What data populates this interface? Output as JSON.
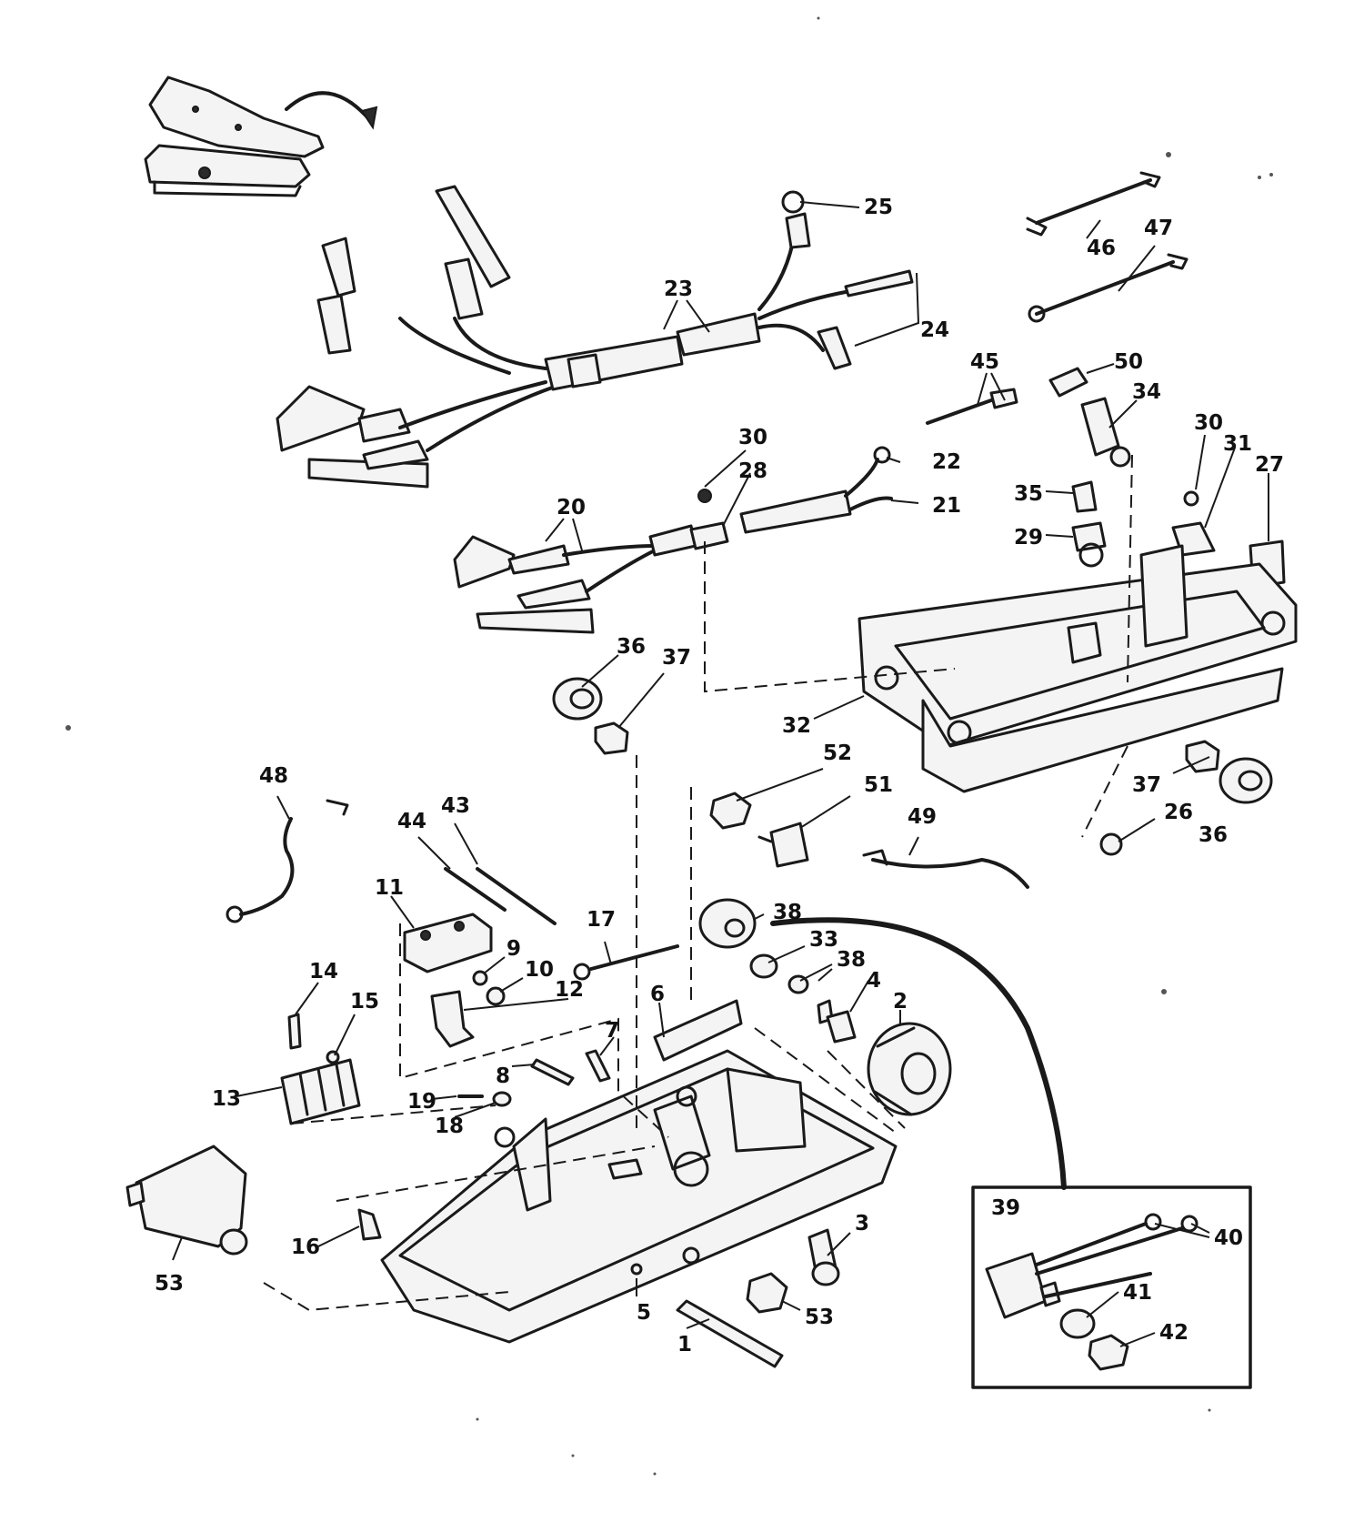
{
  "diagram": {
    "callouts": [
      {
        "id": "c25",
        "label": "25"
      },
      {
        "id": "c46",
        "label": "46"
      },
      {
        "id": "c47",
        "label": "47"
      },
      {
        "id": "c23",
        "label": "23"
      },
      {
        "id": "c24",
        "label": "24"
      },
      {
        "id": "c45",
        "label": "45"
      },
      {
        "id": "c50",
        "label": "50"
      },
      {
        "id": "c34",
        "label": "34"
      },
      {
        "id": "c30a",
        "label": "30"
      },
      {
        "id": "c28",
        "label": "28"
      },
      {
        "id": "c22",
        "label": "22"
      },
      {
        "id": "c21",
        "label": "21"
      },
      {
        "id": "c35",
        "label": "35"
      },
      {
        "id": "c30b",
        "label": "30"
      },
      {
        "id": "c31",
        "label": "31"
      },
      {
        "id": "c27",
        "label": "27"
      },
      {
        "id": "c29",
        "label": "29"
      },
      {
        "id": "c20",
        "label": "20"
      },
      {
        "id": "c36a",
        "label": "36"
      },
      {
        "id": "c37a",
        "label": "37"
      },
      {
        "id": "c32",
        "label": "32"
      },
      {
        "id": "c52",
        "label": "52"
      },
      {
        "id": "c51",
        "label": "51"
      },
      {
        "id": "c37b",
        "label": "37"
      },
      {
        "id": "c26",
        "label": "26"
      },
      {
        "id": "c36b",
        "label": "36"
      },
      {
        "id": "c49",
        "label": "49"
      },
      {
        "id": "c48",
        "label": "48"
      },
      {
        "id": "c44",
        "label": "44"
      },
      {
        "id": "c43",
        "label": "43"
      },
      {
        "id": "c11",
        "label": "11"
      },
      {
        "id": "c17",
        "label": "17"
      },
      {
        "id": "c38a",
        "label": "38"
      },
      {
        "id": "c9",
        "label": "9"
      },
      {
        "id": "c10",
        "label": "10"
      },
      {
        "id": "c33",
        "label": "33"
      },
      {
        "id": "c38b",
        "label": "38"
      },
      {
        "id": "c12",
        "label": "12"
      },
      {
        "id": "c14",
        "label": "14"
      },
      {
        "id": "c15",
        "label": "15"
      },
      {
        "id": "c6",
        "label": "6"
      },
      {
        "id": "c4",
        "label": "4"
      },
      {
        "id": "c2",
        "label": "2"
      },
      {
        "id": "c7",
        "label": "7"
      },
      {
        "id": "c8",
        "label": "8"
      },
      {
        "id": "c13",
        "label": "13"
      },
      {
        "id": "c19",
        "label": "19"
      },
      {
        "id": "c18",
        "label": "18"
      },
      {
        "id": "c39",
        "label": "39"
      },
      {
        "id": "c40",
        "label": "40"
      },
      {
        "id": "c3",
        "label": "3"
      },
      {
        "id": "c16",
        "label": "16"
      },
      {
        "id": "c53a",
        "label": "53"
      },
      {
        "id": "c41",
        "label": "41"
      },
      {
        "id": "c42",
        "label": "42"
      },
      {
        "id": "c5",
        "label": "5"
      },
      {
        "id": "c53b",
        "label": "53"
      },
      {
        "id": "c1",
        "label": "1"
      }
    ]
  }
}
